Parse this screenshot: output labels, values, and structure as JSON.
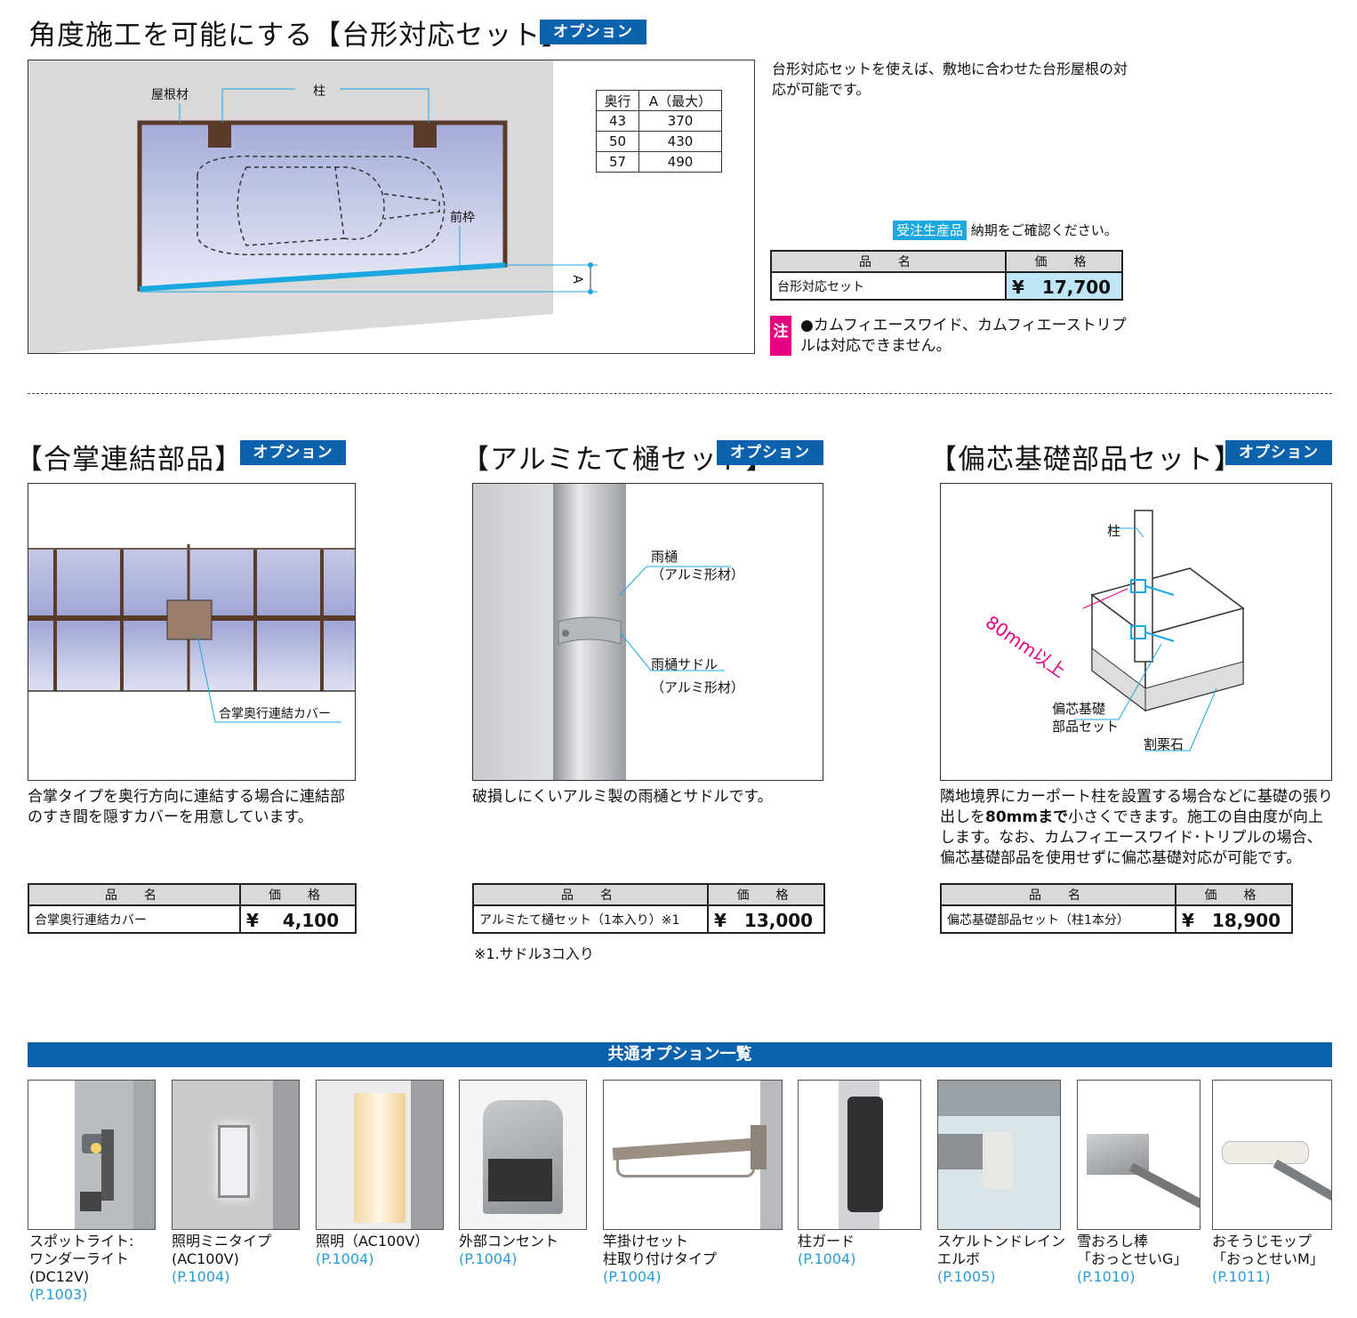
{
  "daikei": {
    "title": "角度施工を可能にする【台形対応セット】",
    "badge": "オプション",
    "labels": {
      "roof": "屋根材",
      "post": "柱",
      "front_frame": "前枠",
      "a_mark": "A"
    },
    "dim_table": {
      "headers": [
        "奥行",
        "A（最大）"
      ],
      "rows": [
        [
          "43",
          "370"
        ],
        [
          "50",
          "430"
        ],
        [
          "57",
          "490"
        ]
      ]
    },
    "description": "台形対応セットを使えば、敷地に合わせた台形屋根の対応が可能です。",
    "order_badge": "受注生産品",
    "order_text": "納期をご確認ください。",
    "table": {
      "col_name": "品　名",
      "col_price": "価　格",
      "item": "台形対応セット",
      "price": "¥　17,700"
    },
    "note_mark": "注",
    "note_text": "●カムフィエースワイド、カムフィエーストリプルは対応できません。"
  },
  "gassho": {
    "title": "【合掌連結部品】",
    "badge": "オプション",
    "label": "合掌奥行連結カバー",
    "description": "合掌タイプを奥行方向に連結する場合に連結部のすき間を隠すカバーを用意しています。",
    "table": {
      "col_name": "品　名",
      "col_price": "価　格",
      "item": "合掌奥行連結カバー",
      "price": "¥　 4,100"
    }
  },
  "alumi": {
    "title": "【アルミたて樋セット】",
    "badge": "オプション",
    "label_pipe": [
      "雨樋",
      "（アルミ形材）"
    ],
    "label_saddle": [
      "雨樋サドル",
      "（アルミ形材）"
    ],
    "description": "破損しにくいアルミ製の雨樋とサドルです。",
    "table": {
      "col_name": "品　名",
      "col_price": "価　格",
      "item": "アルミたて樋セット（1本入り）※1",
      "price": "¥　13,000"
    },
    "footnote": "※1.サドル3コ入り"
  },
  "henshin": {
    "title": "【偏芯基礎部品セット】",
    "badge": "オプション",
    "label_post": "柱",
    "label_dim": "80mm以上",
    "label_part": [
      "偏芯基礎",
      "部品セット"
    ],
    "label_stone": "割栗石",
    "description_1": "隣地境界にカーポート柱を設置する場合などに基礎の張り出しを",
    "description_bold": "80mmまで",
    "description_2": "小さくできます。施工の自由度が向上します。なお、カムフィエースワイド･トリプルの場合、偏芯基礎部品を使用せずに偏芯基礎対応が可能です。",
    "table": {
      "col_name": "品　名",
      "col_price": "価　格",
      "item": "偏芯基礎部品セット（柱1本分）",
      "price": "¥　18,900"
    }
  },
  "common": {
    "title": "共通オプション一覧",
    "items": [
      {
        "lines": [
          "スポットライト:",
          "ワンダーライト",
          "(DC12V)"
        ],
        "page": "(P.1003)"
      },
      {
        "lines": [
          "照明ミニタイプ",
          "(AC100V)"
        ],
        "page": "(P.1004)"
      },
      {
        "lines": [
          "照明（AC100V）"
        ],
        "page": "(P.1004)"
      },
      {
        "lines": [
          "外部コンセント"
        ],
        "page": "(P.1004)"
      },
      {
        "lines": [
          "竿掛けセット",
          "柱取り付けタイプ"
        ],
        "page": "(P.1004)"
      },
      {
        "lines": [
          "柱ガード"
        ],
        "page": "(P.1004)"
      },
      {
        "lines": [
          "スケルトンドレイン",
          "エルボ"
        ],
        "page": "(P.1005)"
      },
      {
        "lines": [
          "雪おろし棒",
          "「おっとせいG」"
        ],
        "page": "(P.1010)"
      },
      {
        "lines": [
          "おそうじモップ",
          "「おっとせいM」"
        ],
        "page": "(P.1011)"
      }
    ]
  }
}
